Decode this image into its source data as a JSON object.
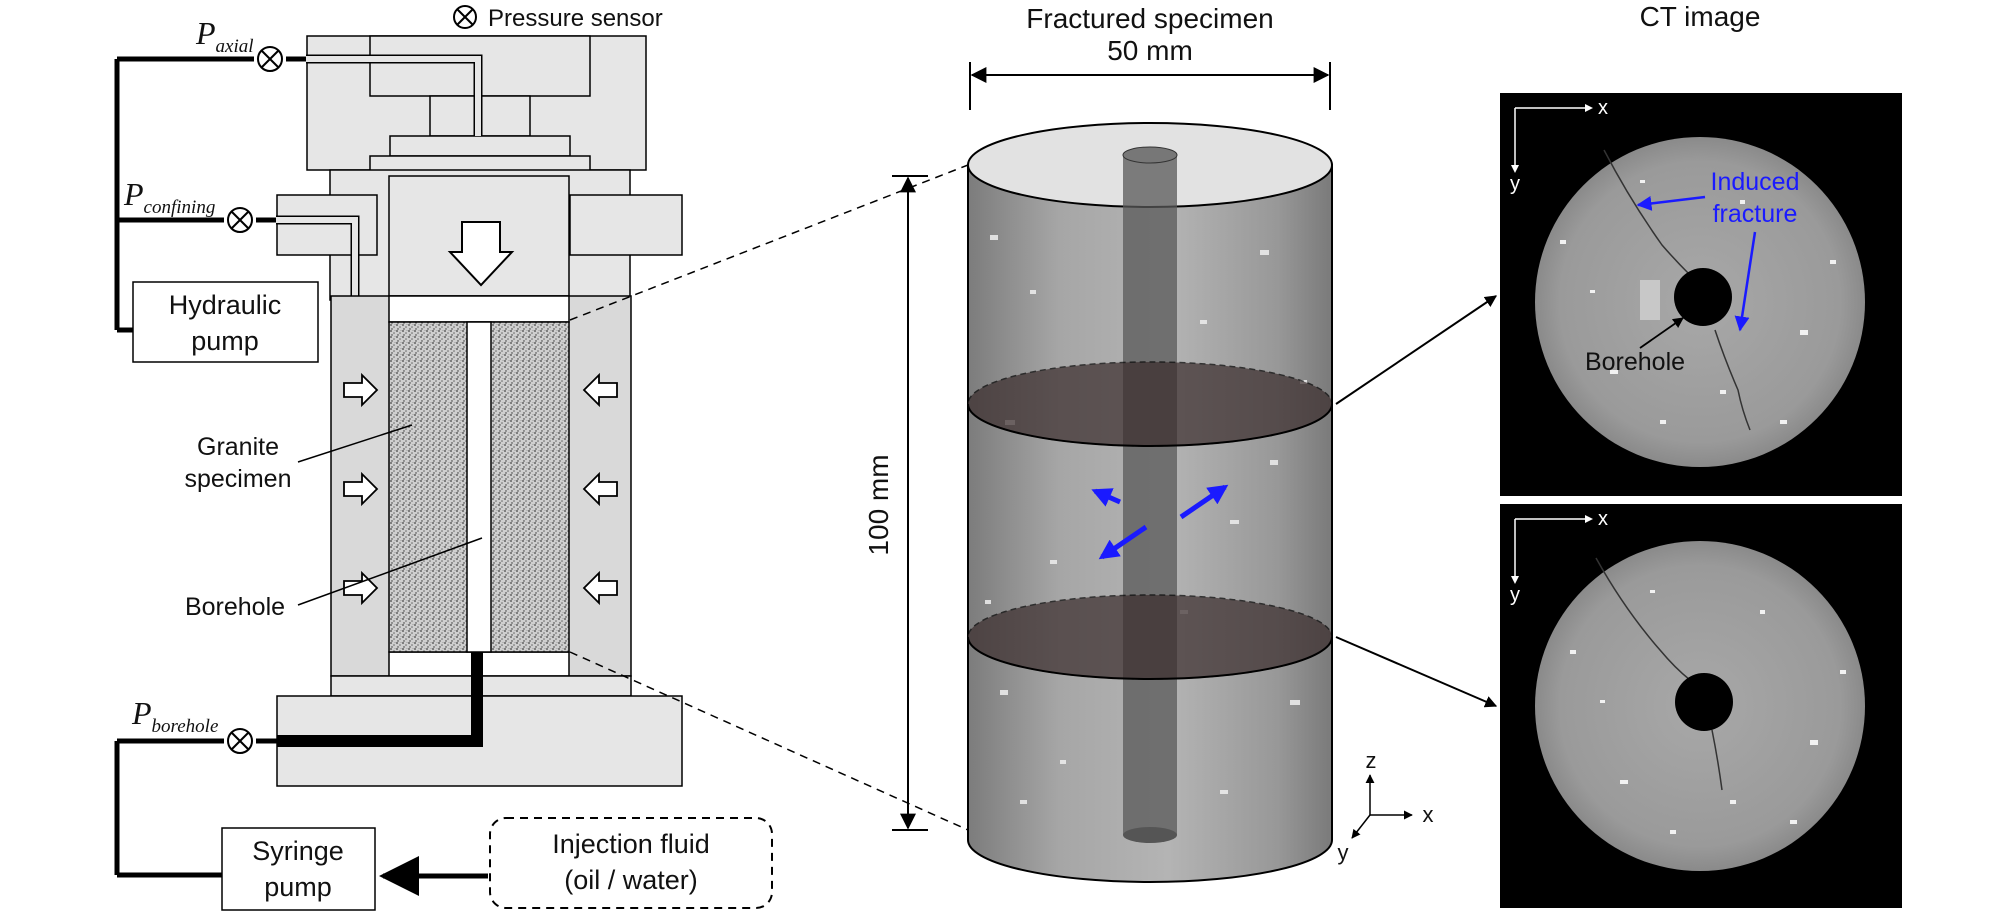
{
  "apparatus": {
    "legend_label": "Pressure sensor",
    "p_axial_symbol": "P",
    "p_axial_sub": "axial",
    "p_confining_symbol": "P",
    "p_confining_sub": "confining",
    "p_borehole_symbol": "P",
    "p_borehole_sub": "borehole",
    "hydraulic_pump_line1": "Hydraulic",
    "hydraulic_pump_line2": "pump",
    "syringe_pump_line1": "Syringe",
    "syringe_pump_line2": "pump",
    "injection_fluid_line1": "Injection fluid",
    "injection_fluid_line2": "(oil / water)",
    "granite_label_line1": "Granite",
    "granite_label_line2": "specimen",
    "borehole_label": "Borehole"
  },
  "specimen": {
    "title": "Fractured specimen",
    "width_label": "50 mm",
    "height_label": "100 mm",
    "axis_z": "z",
    "axis_x": "x",
    "axis_y": "y"
  },
  "ct": {
    "title": "CT image",
    "axis_x": "x",
    "axis_y": "y",
    "fracture_label_line1": "Induced",
    "fracture_label_line2": "fracture",
    "borehole_label": "Borehole"
  },
  "colors": {
    "annotation_blue": "#1a1aff",
    "frame_gray": "#e6e6e6",
    "chamber_gray": "#d9d9d9",
    "line_black": "#000000"
  }
}
